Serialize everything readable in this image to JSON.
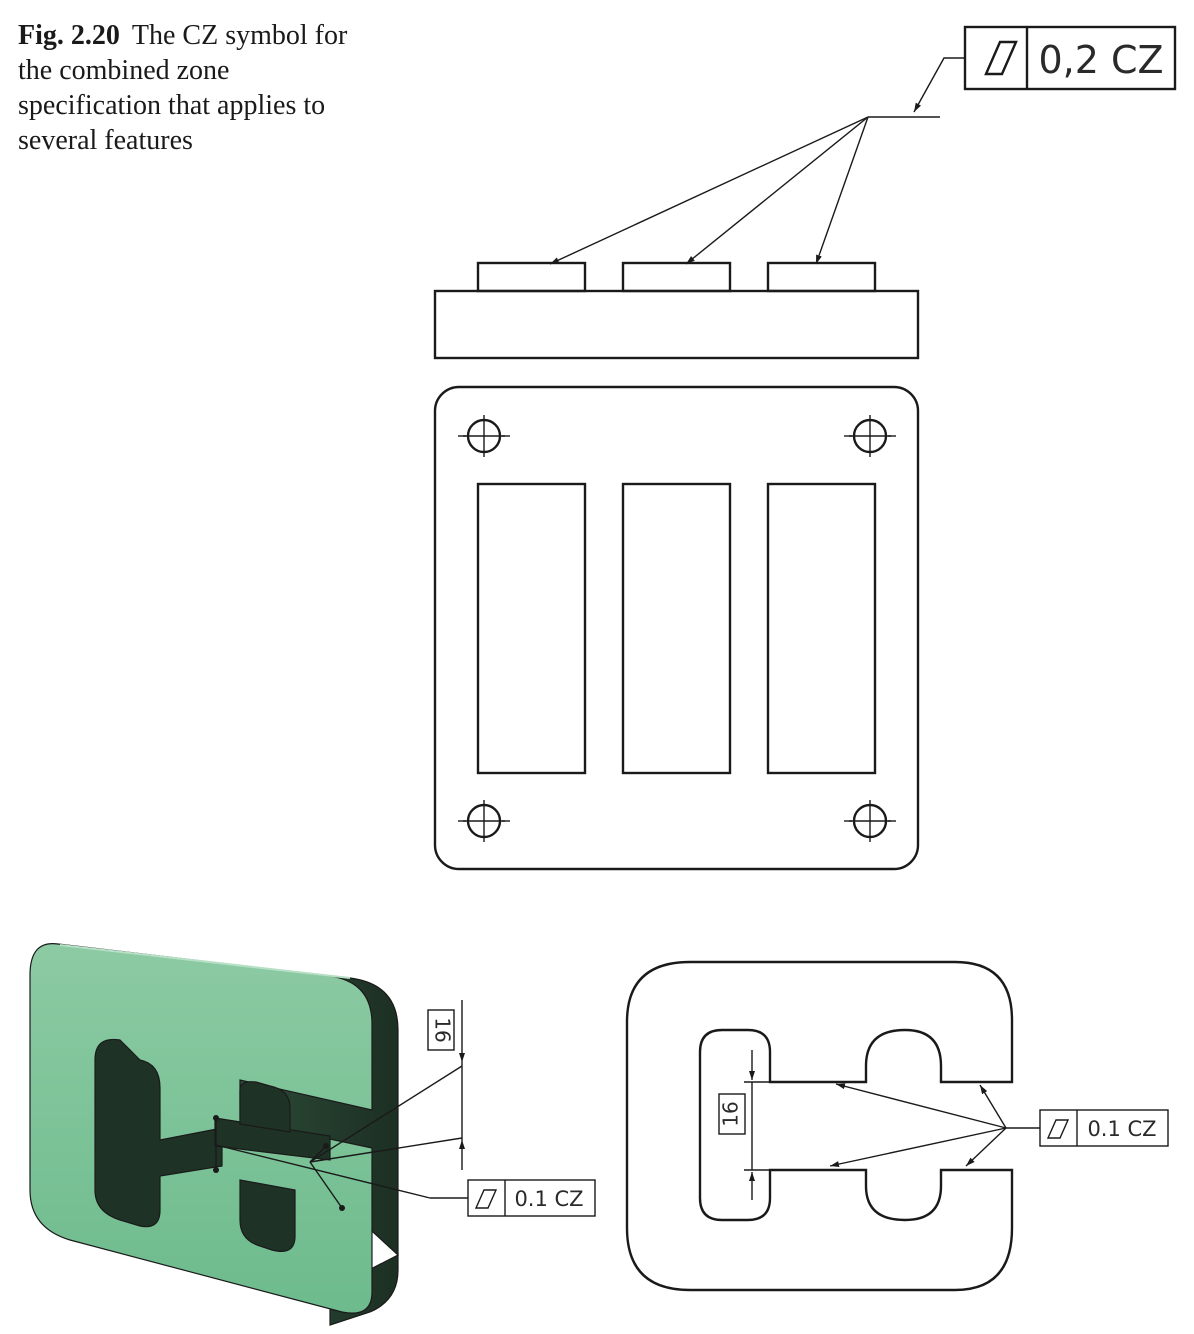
{
  "caption": {
    "label": "Fig. 2.20",
    "text": "The CZ symbol for the combined zone specification that applies to several features"
  },
  "top_frame": {
    "symbol": "flatness-icon",
    "value": "0,2 CZ"
  },
  "iso_frame": {
    "symbol": "flatness-icon",
    "value": "0.1 CZ"
  },
  "iso_dimension": "16",
  "plan_frame": {
    "symbol": "flatness-icon",
    "value": "0.1 CZ"
  },
  "plan_dimension": "16",
  "colors": {
    "line": "#1a1a1a",
    "part_face": "#6dbb8d",
    "part_side": "#2b4a36",
    "part_inner": "#1e3326"
  }
}
